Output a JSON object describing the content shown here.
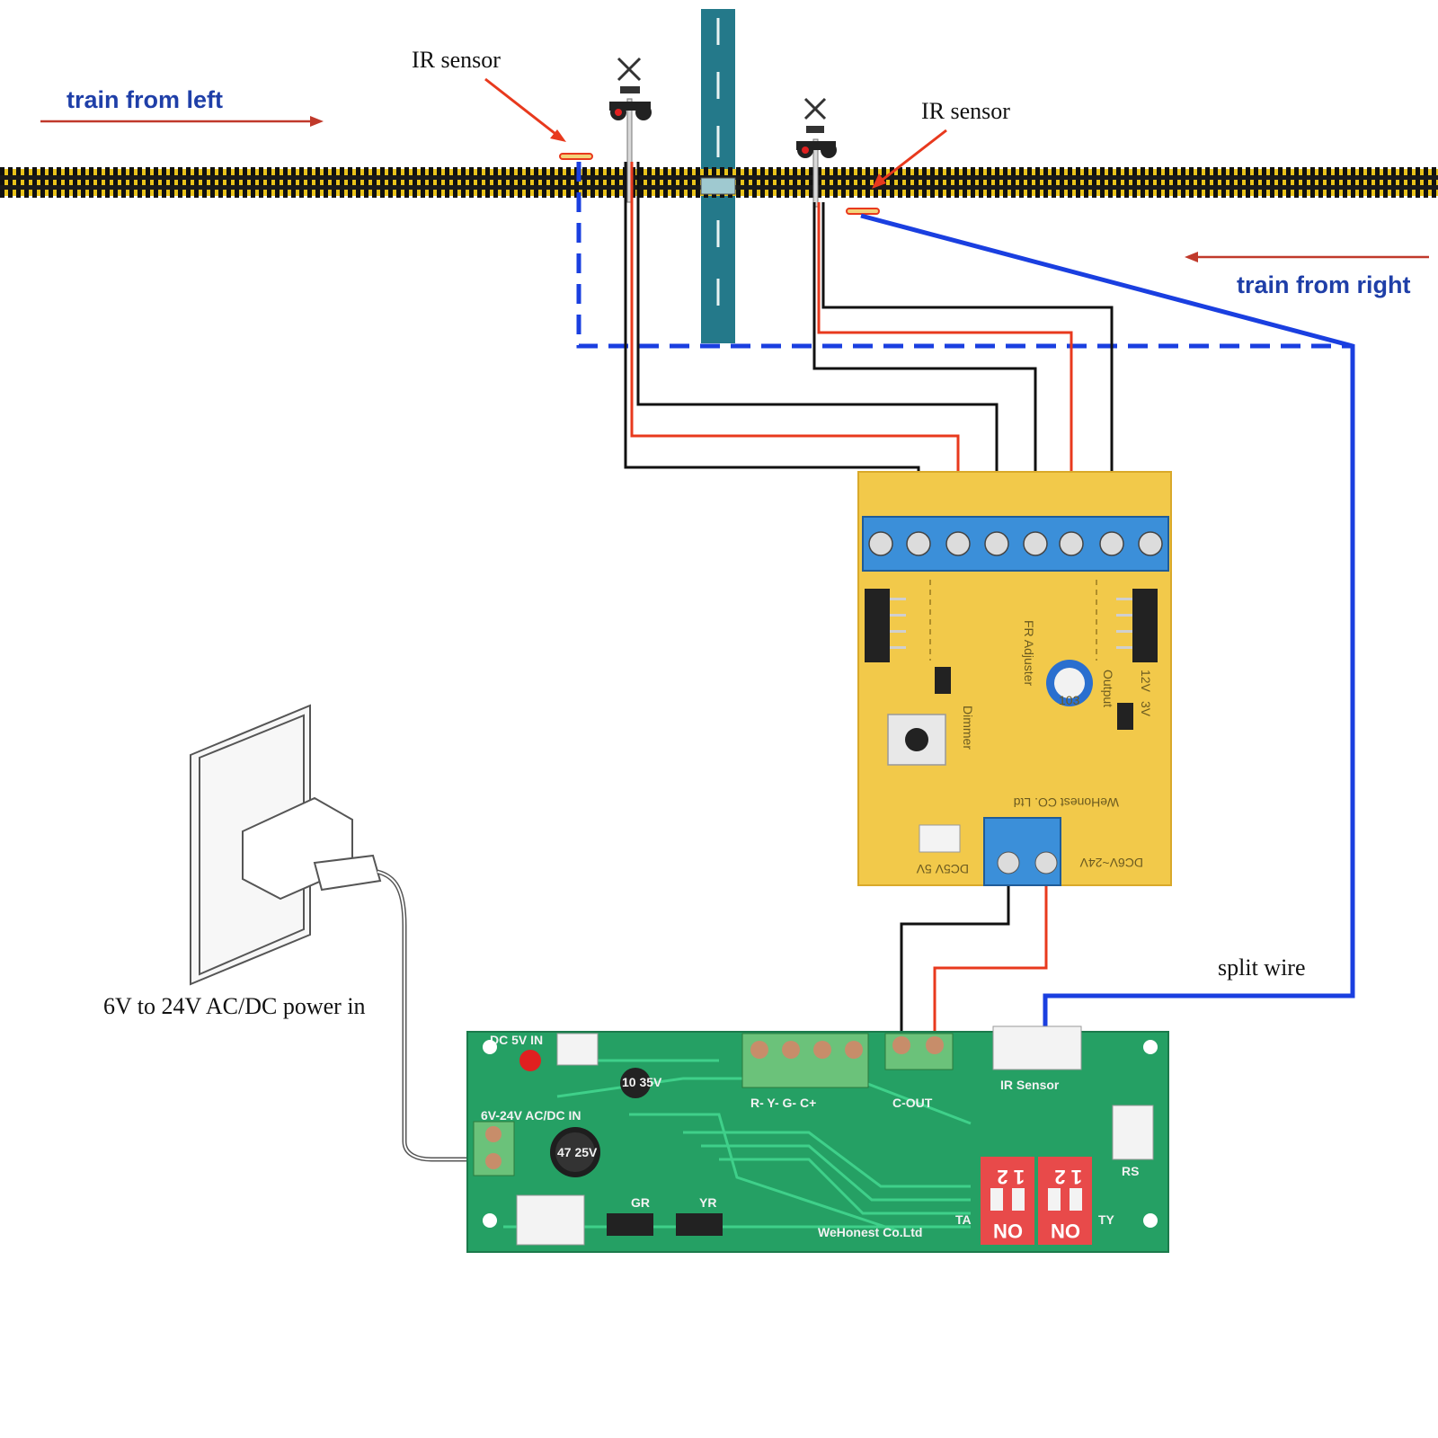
{
  "labels": {
    "ir_sensor_left": "IR sensor",
    "ir_sensor_right": "IR sensor",
    "train_from_left": "train from left",
    "train_from_right": "train from right",
    "power_in": "6V to 24V AC/DC power in",
    "split_wire": "split wire"
  },
  "yellow_board": {
    "fr_adjuster": "FR Adjuster",
    "dimmer": "Dimmer",
    "company": "WeHonest  CO. Ltd",
    "voltage": "DC6V~24V",
    "output": "Output",
    "opt_12v": "12V",
    "opt_3v": "3V",
    "out_5v": "DC5V 5V",
    "pot": "103"
  },
  "green_board": {
    "dc_in": "DC 5V IN",
    "acdc_in": "6V-24V AC/DC IN",
    "terminals": "R-   Y-   G-   C+",
    "c_out": "C-OUT",
    "ir_sensor": "IR Sensor",
    "rs": "RS",
    "gr": "GR",
    "yr": "YR",
    "company": "WeHonest Co.Ltd",
    "ta": "TA",
    "ty": "TY",
    "dip_on_1": "ON",
    "dip_on_2": "ON",
    "dip_num_1": "1  2",
    "dip_num_2": "1  2",
    "cap_large": "47 25V",
    "cap_small": "10 35V"
  },
  "colors": {
    "wire_red": "#e8391d",
    "wire_black": "#111111",
    "wire_blue": "#1a3fe0",
    "track_yellow": "#e8c21a",
    "road": "#24798a",
    "pcb_green": "#25a064",
    "pcb_yellow": "#f2c94a",
    "terminal_blue": "#3b8fd9"
  }
}
